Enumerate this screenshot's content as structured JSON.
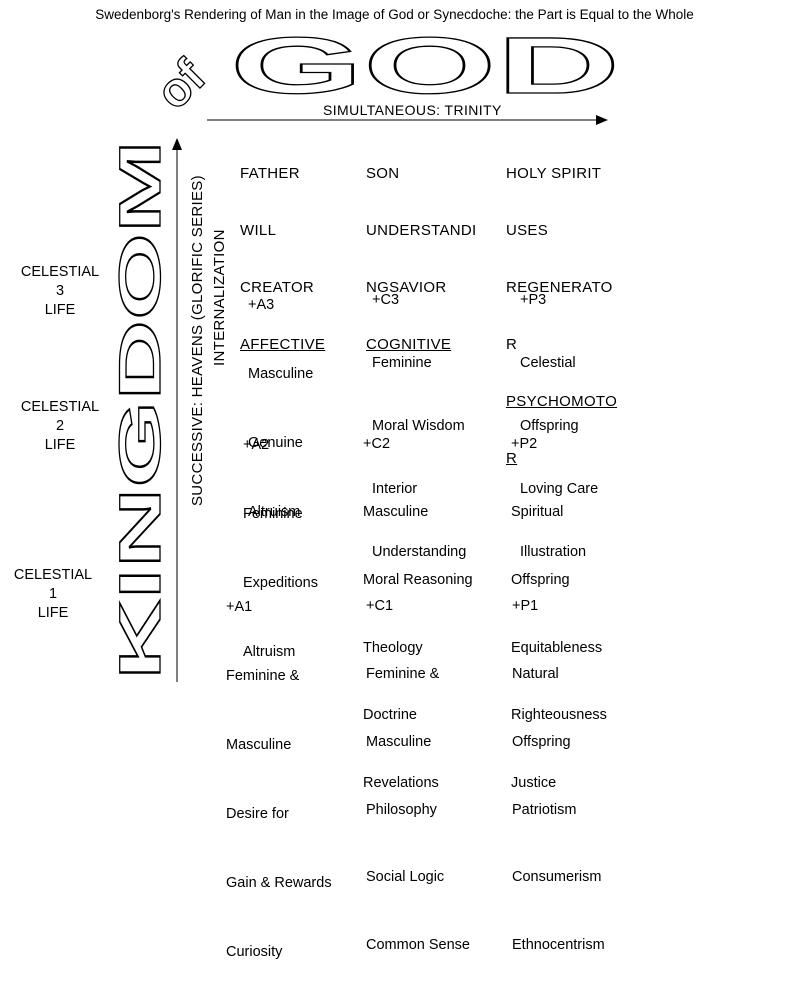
{
  "title": "Swedenborg's Rendering of Man in the Image of God or Synecdoche: the Part is Equal to the Whole",
  "big_words": {
    "of": "of",
    "god": "GOD",
    "kingdom": "KINGDOM"
  },
  "axes": {
    "horizontal": "SIMULTANEOUS: TRINITY",
    "vertical_1": "SUCCESSIVE: HEAVENS (GLORIFIC SERIES)",
    "vertical_2": "INTERNALIZATION"
  },
  "columns": [
    {
      "lines": [
        "FATHER",
        "WILL",
        "CREATOR"
      ],
      "underlined": "AFFECTIVE"
    },
    {
      "lines": [
        "SON",
        "UNDERSTANDI",
        "NGSAVIOR"
      ],
      "underlined": "COGNITIVE"
    },
    {
      "lines": [
        "HOLY SPIRIT",
        "USES",
        "REGENERATO",
        "R"
      ],
      "underlined": "PSYCHOMOTO",
      "underlined2": "R"
    }
  ],
  "rows": [
    {
      "label": [
        "CELESTIAL",
        "3",
        "LIFE"
      ],
      "cells": [
        [
          "+A3",
          "Masculine",
          "Genuine",
          "Altruism"
        ],
        [
          "+C3",
          "Feminine",
          "Moral Wisdom",
          "Interior",
          "Understanding"
        ],
        [
          "+P3",
          "Celestial",
          "Offspring",
          "Loving Care",
          "Illustration"
        ]
      ]
    },
    {
      "label": [
        "CELESTIAL",
        "2",
        "LIFE"
      ],
      "cells": [
        [
          "+A2",
          "Feminine",
          "Expeditions",
          "Altruism"
        ],
        [
          "+C2",
          "Masculine",
          "Moral Reasoning",
          "Theology",
          "Doctrine",
          "Revelations"
        ],
        [
          "+P2",
          "Spiritual",
          "Offspring",
          "Equitableness",
          "Righteousness",
          "Justice"
        ]
      ]
    },
    {
      "label": [
        "CELESTIAL",
        "1",
        "LIFE"
      ],
      "cells": [
        [
          "+A1",
          "Feminine &",
          "Masculine",
          "Desire for",
          "Gain & Rewards",
          "Curiosity"
        ],
        [
          "+C1",
          "Feminine &",
          "Masculine",
          "Philosophy",
          "Social Logic",
          "Common Sense"
        ],
        [
          "+P1",
          "Natural",
          "Offspring",
          "Patriotism",
          "Consumerism",
          "Ethnocentrism"
        ]
      ]
    }
  ]
}
